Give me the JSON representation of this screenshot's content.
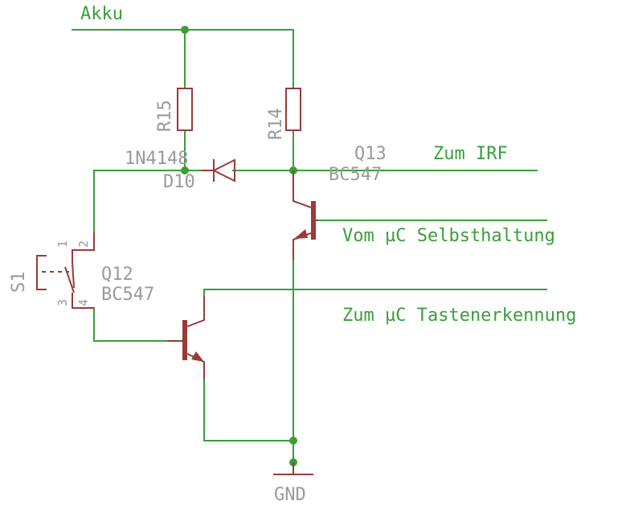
{
  "nets": {
    "akku": "Akku",
    "zum_irf": "Zum IRF",
    "vom_uc": "Vom µC Selbsthaltung",
    "zum_uc": "Zum µC Tastenerkennung",
    "gnd": "GND"
  },
  "parts": {
    "r15": "R15",
    "r14": "R14",
    "diode_value": "1N4148",
    "diode_ref": "D10",
    "q13_ref": "Q13",
    "q13_value": "BC547",
    "q12_ref": "Q12",
    "q12_value": "BC547",
    "switch_ref": "S1"
  },
  "pins": {
    "p1": "1",
    "p2": "2",
    "p3": "3",
    "p4": "4"
  },
  "colors": {
    "wire": "#3a9e3a",
    "part": "#9b3a3a",
    "label": "#9a9a9a"
  }
}
